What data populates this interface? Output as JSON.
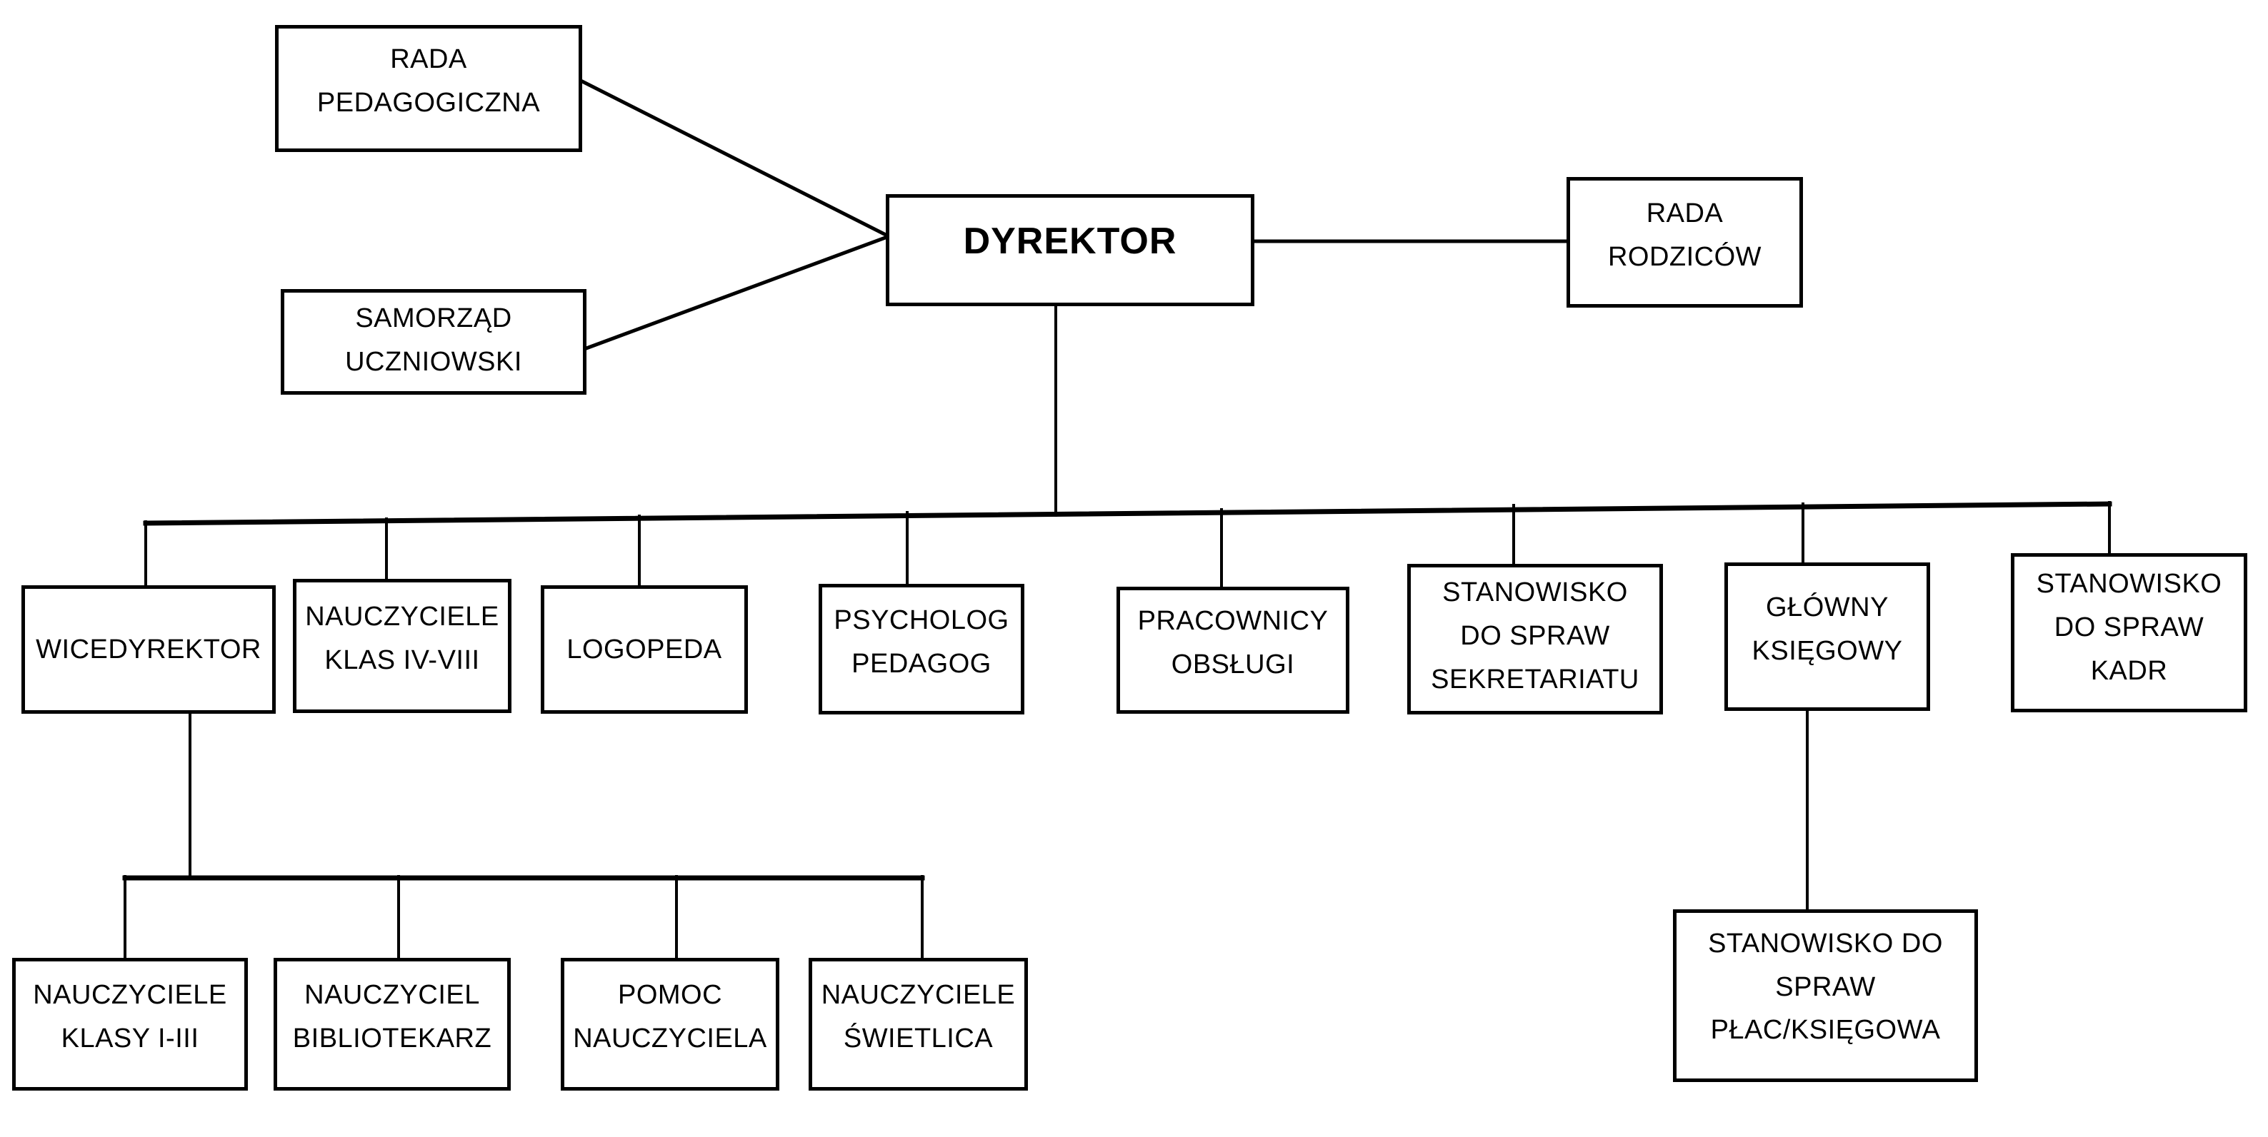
{
  "diagram": {
    "type": "org-chart",
    "language": "pl",
    "colors": {
      "line": "#000000",
      "background": "#ffffff",
      "box_fill": "#ffffff",
      "text": "#000000"
    },
    "boxes": {
      "rada_pedagogiczna": {
        "lines": [
          "RADA",
          "PEDAGOGICZNA"
        ]
      },
      "samorzad_uczniowski": {
        "lines": [
          "SAMORZĄD",
          "UCZNIOWSKI"
        ]
      },
      "dyrektor": {
        "lines": [
          "DYREKTOR"
        ]
      },
      "rada_rodzicow": {
        "lines": [
          "RADA",
          "RODZICÓW"
        ]
      },
      "wicedyrektor": {
        "lines": [
          "WICEDYREKTOR"
        ]
      },
      "nauczyciele_klas_iv_viii": {
        "lines": [
          "NAUCZYCIELE",
          "KLAS IV-VIII"
        ]
      },
      "logopeda": {
        "lines": [
          "LOGOPEDA"
        ]
      },
      "psycholog_pedagog": {
        "lines": [
          "PSYCHOLOG",
          "PEDAGOG"
        ]
      },
      "pracownicy_obslugi": {
        "lines": [
          "PRACOWNICY",
          "OBSŁUGI"
        ]
      },
      "stanowisko_sekretariatu": {
        "lines": [
          "STANOWISKO",
          "DO SPRAW",
          "SEKRETARIATU"
        ]
      },
      "glowny_ksiegowy": {
        "lines": [
          "GŁÓWNY",
          "KSIĘGOWY"
        ]
      },
      "stanowisko_kadr": {
        "lines": [
          "STANOWISKO",
          "DO SPRAW",
          "KADR"
        ]
      },
      "nauczyciele_klasy_i_iii": {
        "lines": [
          "NAUCZYCIELE",
          "KLASY I-III"
        ]
      },
      "nauczyciel_bibliotekarz": {
        "lines": [
          "NAUCZYCIEL",
          "BIBLIOTEKARZ"
        ]
      },
      "pomoc_nauczyciela": {
        "lines": [
          "POMOC",
          "NAUCZYCIELA"
        ]
      },
      "nauczyciele_swietlica": {
        "lines": [
          "NAUCZYCIELE",
          "ŚWIETLICA"
        ]
      },
      "stanowisko_plac": {
        "lines": [
          "STANOWISKO DO",
          "SPRAW",
          "PŁAC/KSIĘGOWA"
        ]
      }
    }
  }
}
